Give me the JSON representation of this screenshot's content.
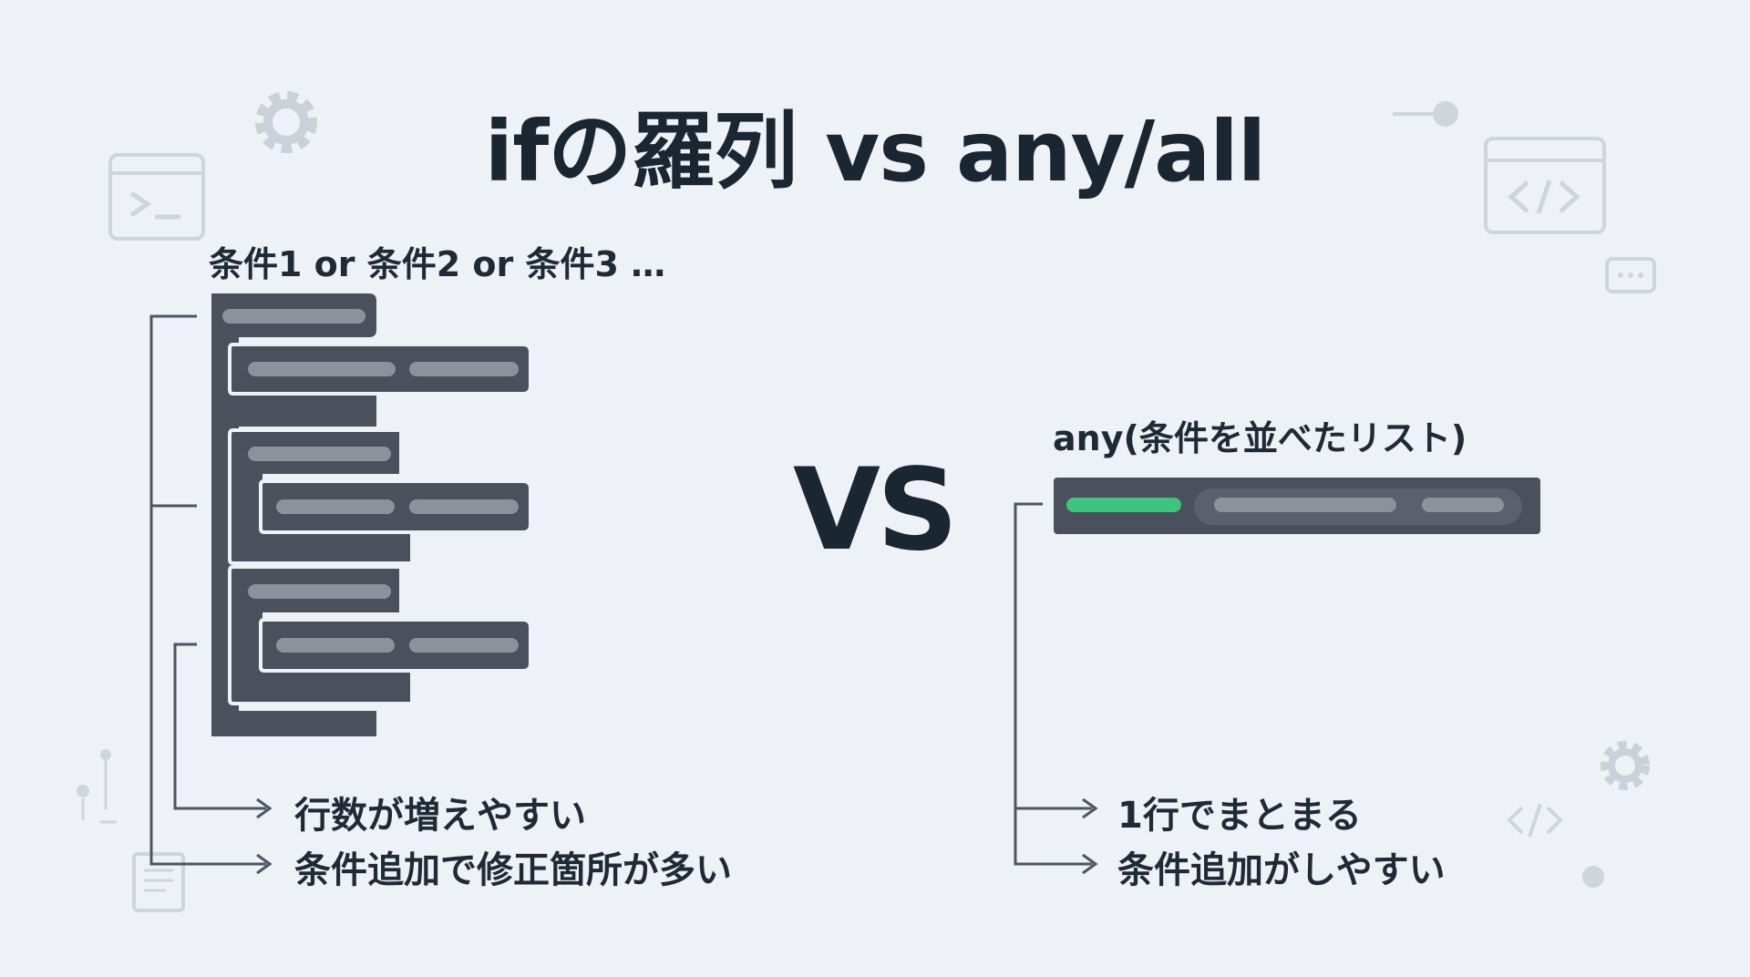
{
  "title": "ifの羅列 vs any/all",
  "left": {
    "heading": "条件1 or 条件2 or 条件3 …",
    "notes": [
      "行数が増えやすい",
      "条件追加で修正箇所が多い"
    ]
  },
  "vs_label": "VS",
  "right": {
    "heading": "any(条件を並べたリスト)",
    "notes": [
      "1行でまとまる",
      "条件追加がしやすい"
    ]
  },
  "colors": {
    "background": "#eef1f5",
    "block": "#4a515c",
    "block_bar": "#8b929c",
    "accent": "#3ec47e",
    "line": "#4b5563"
  },
  "icons": [
    "gear-icon",
    "terminal-window-icon",
    "code-window-icon",
    "chat-bubble-icon",
    "code-brackets-icon",
    "document-icon",
    "slider-icon"
  ]
}
